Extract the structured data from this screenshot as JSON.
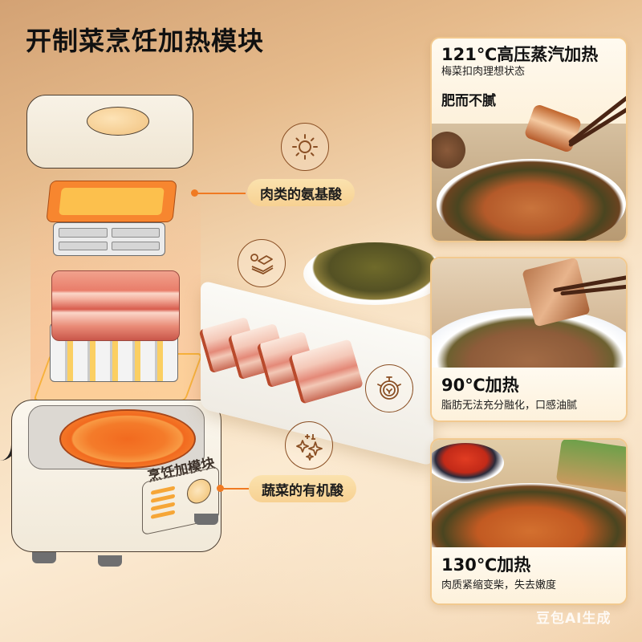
{
  "title": "开制菜烹饪加热模块",
  "device": {
    "base_label": "烹饪加模块",
    "layers": [
      "lid",
      "heating-plate",
      "grid-tray",
      "pork-belly",
      "fin-rack",
      "induction-burner"
    ]
  },
  "callouts": [
    {
      "label": "肉类的氨基酸",
      "icon": "sun-icon"
    },
    {
      "label": "蔬菜的有机酸",
      "icon": "sparkle-icon"
    }
  ],
  "floating_icons": [
    "layers-icon",
    "gear-leaf-icon"
  ],
  "cards": [
    {
      "heading": "121℃高压蒸汽加热",
      "subheading": "梅菜扣肉理想状态",
      "extra": "肥而不腻",
      "photo": "braised-pork-ideal"
    },
    {
      "heading": "90℃加热",
      "subheading": "脂肪无法充分融化，口感油腻",
      "photo": "braised-pork-greasy"
    },
    {
      "heading": "130℃加热",
      "subheading": "肉质紧缩变柴，失去嫩度",
      "photo": "braised-pork-overcooked"
    }
  ],
  "watermark": "豆包AI生成",
  "colors": {
    "accent": "#f07a22",
    "pill_bg": "#f8d89e",
    "icon_stroke": "#8a4f24",
    "card_border": "#f2c98f"
  }
}
